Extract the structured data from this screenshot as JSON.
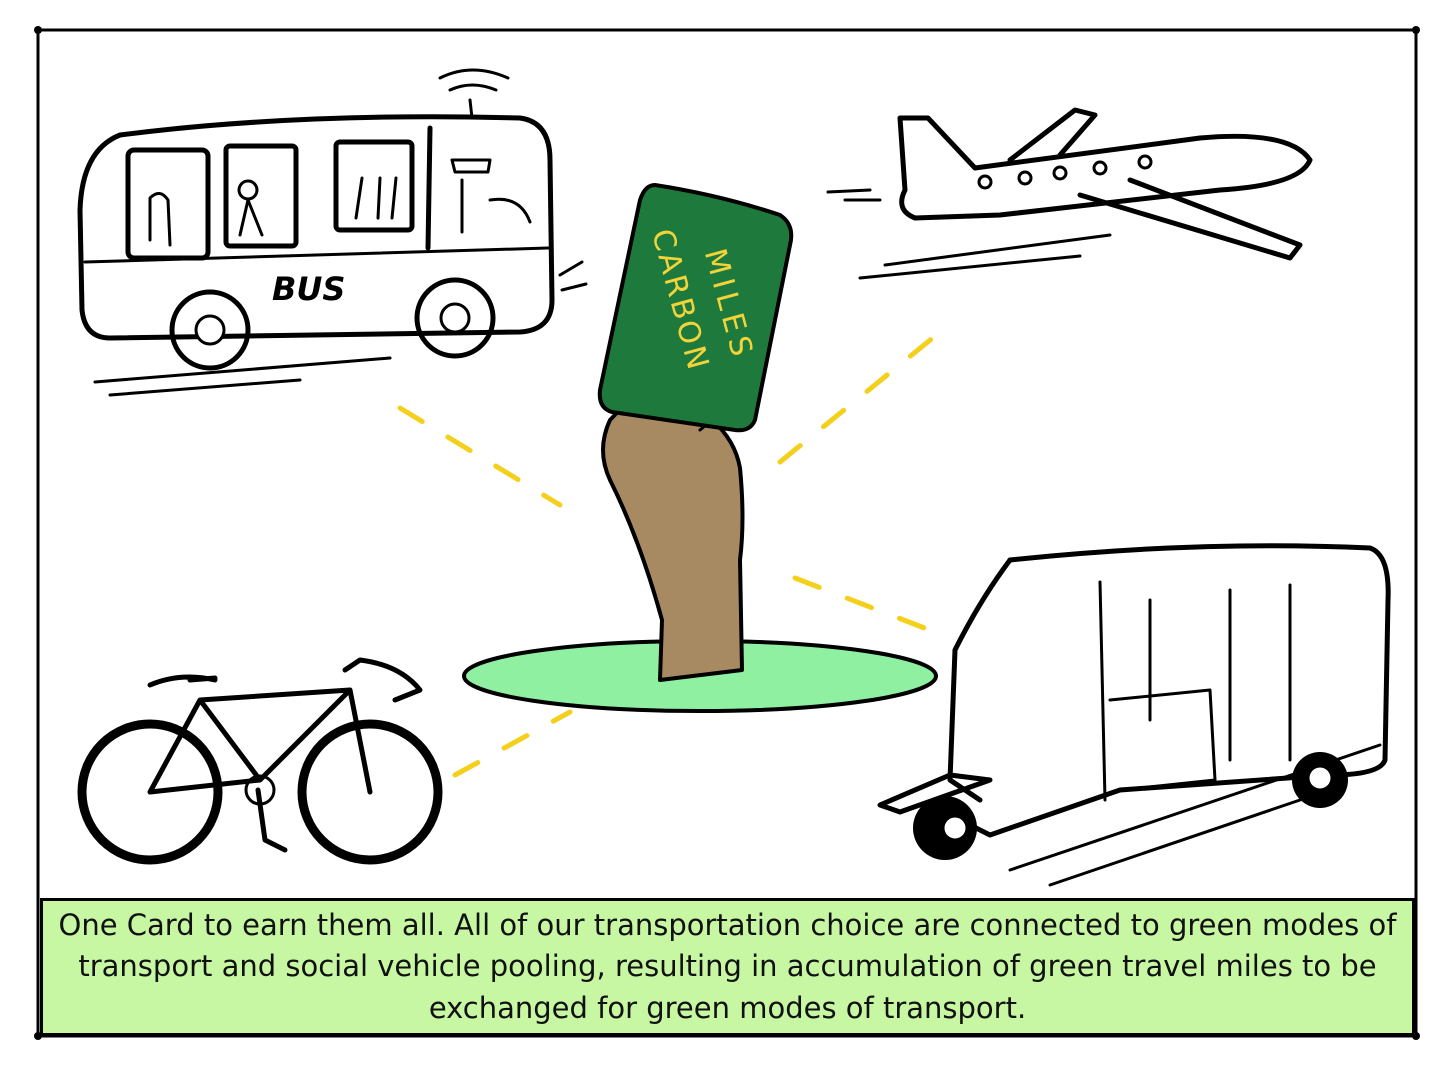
{
  "colors": {
    "card_green": "#1e7a3c",
    "card_text_yellow": "#f2d43a",
    "hand_brown": "#a88a62",
    "ground_green": "#8ef0a0",
    "connector_yellow": "#f4cf1c",
    "caption_background": "#c7f7a3"
  },
  "bus": {
    "label": "BUS"
  },
  "card": {
    "line1": "CARBON",
    "line2": "MILES"
  },
  "caption": {
    "text": "One Card to earn them all. All of our transportation choice are connected to green modes of transport and social vehicle pooling, resulting in accumulation of green travel miles to be exchanged for green modes of transport."
  }
}
